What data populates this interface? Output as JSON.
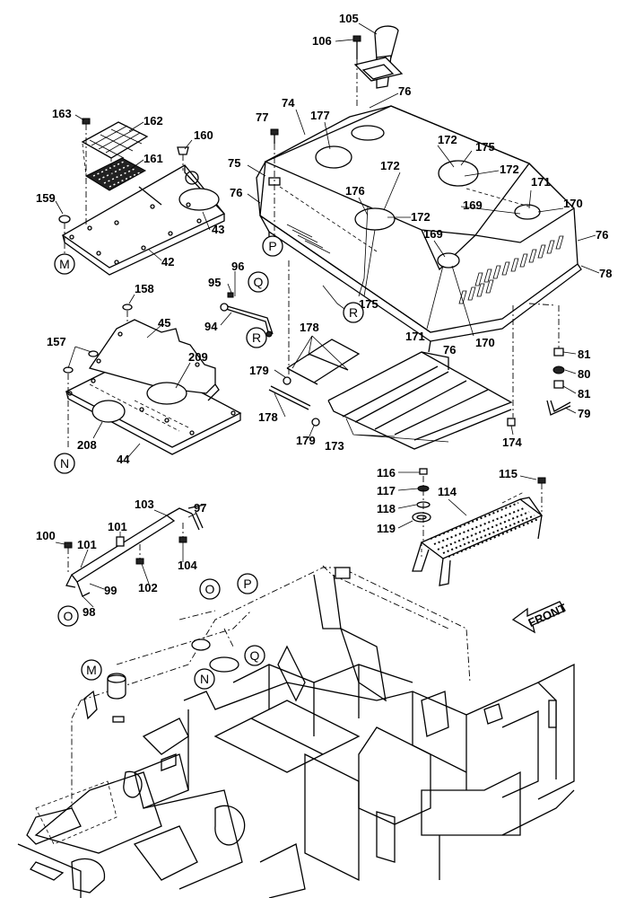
{
  "callouts": {
    "c105": "105",
    "c106": "106",
    "c76a": "76",
    "c74": "74",
    "c77": "77",
    "c177": "177",
    "c163": "163",
    "c162": "162",
    "c160": "160",
    "c161": "161",
    "c159": "159",
    "c43": "43",
    "c42": "42",
    "c75": "75",
    "c76b": "76",
    "c176": "176",
    "c172a": "172",
    "c172b": "172",
    "c172c": "172",
    "c172d": "172",
    "c175a": "175",
    "c175b": "175",
    "c171a": "171",
    "c171b": "171",
    "c170a": "170",
    "c170b": "170",
    "c169a": "169",
    "c169b": "169",
    "c76c": "76",
    "c76d": "76",
    "c78": "78",
    "c96": "96",
    "c95": "95",
    "c94": "94",
    "c158": "158",
    "c45": "45",
    "c157": "157",
    "c209": "209",
    "c208": "208",
    "c44": "44",
    "c178a": "178",
    "c178b": "178",
    "c179a": "179",
    "c179b": "179",
    "c173": "173",
    "c81a": "81",
    "c80": "80",
    "c81b": "81",
    "c79": "79",
    "c174": "174",
    "c116": "116",
    "c117": "117",
    "c118": "118",
    "c119": "119",
    "c114": "114",
    "c115": "115",
    "c103": "103",
    "c97": "97",
    "c101a": "101",
    "c101b": "101",
    "c100": "100",
    "c99": "99",
    "c98": "98",
    "c102": "102",
    "c104": "104"
  },
  "references": {
    "M1": "M",
    "M2": "M",
    "N1": "N",
    "N2": "N",
    "O1": "O",
    "O2": "O",
    "P1": "P",
    "P2": "P",
    "Q1": "Q",
    "Q2": "Q",
    "R1": "R",
    "R2": "R"
  },
  "front_label": "FRONT"
}
